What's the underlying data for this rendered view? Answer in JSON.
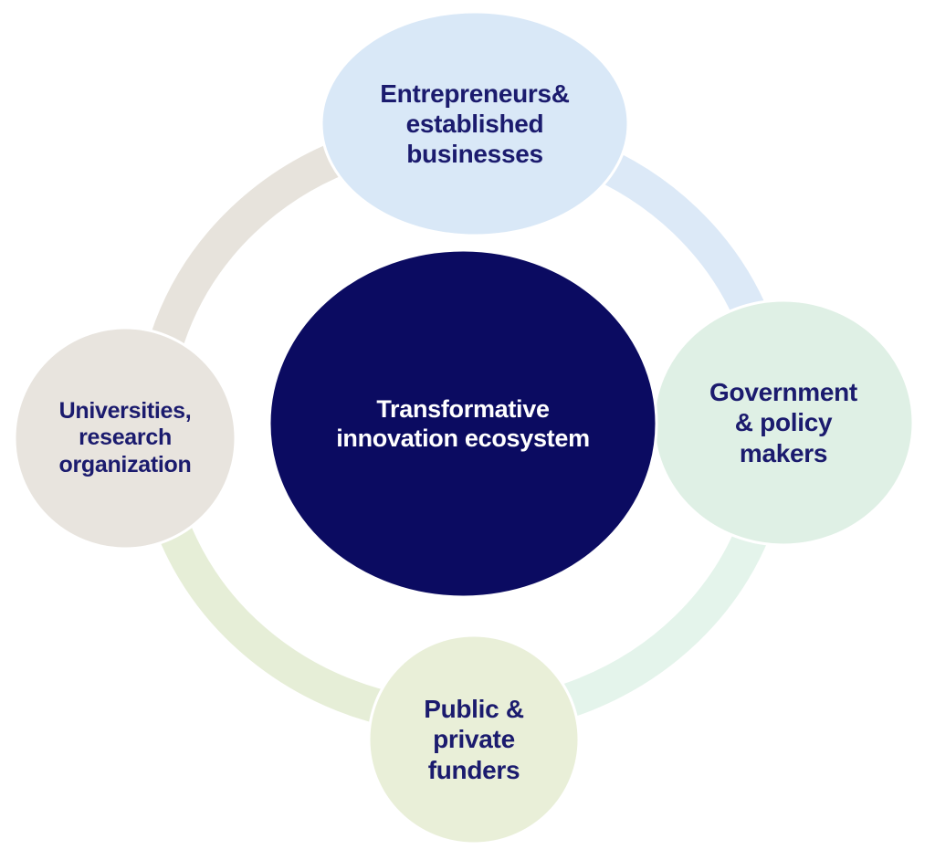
{
  "diagram": {
    "background": "#ffffff",
    "text_color": "#1b1b6e",
    "center": {
      "id": "transformative-innovation-ecosystem",
      "label_lines": [
        "Transformative",
        "innovation ecosystem"
      ],
      "fill": "#0b0b61",
      "text_color": "#ffffff"
    },
    "nodes": [
      {
        "id": "entrepreneurs-established-businesses",
        "position": "top",
        "label_lines": [
          "Entrepreneurs&",
          "established",
          "businesses"
        ],
        "fill": "#d9e8f7"
      },
      {
        "id": "government-policy-makers",
        "position": "right",
        "label_lines": [
          "Government",
          "& policy",
          "makers"
        ],
        "fill": "#dff0e5"
      },
      {
        "id": "public-private-funders",
        "position": "bottom",
        "label_lines": [
          "Public &",
          "private",
          "funders"
        ],
        "fill": "#e9efd8"
      },
      {
        "id": "universities-research-organization",
        "position": "left",
        "label_lines": [
          "Universities,",
          "research",
          "organization"
        ],
        "fill": "#e8e4de"
      }
    ],
    "ring": {
      "segments": [
        {
          "id": "arc-top-left",
          "color": "#e7e3dc"
        },
        {
          "id": "arc-top-right",
          "color": "#dce9f7"
        },
        {
          "id": "arc-bottom-right",
          "color": "#e4f4eb"
        },
        {
          "id": "arc-bottom-left",
          "color": "#e6eed7"
        }
      ]
    }
  }
}
